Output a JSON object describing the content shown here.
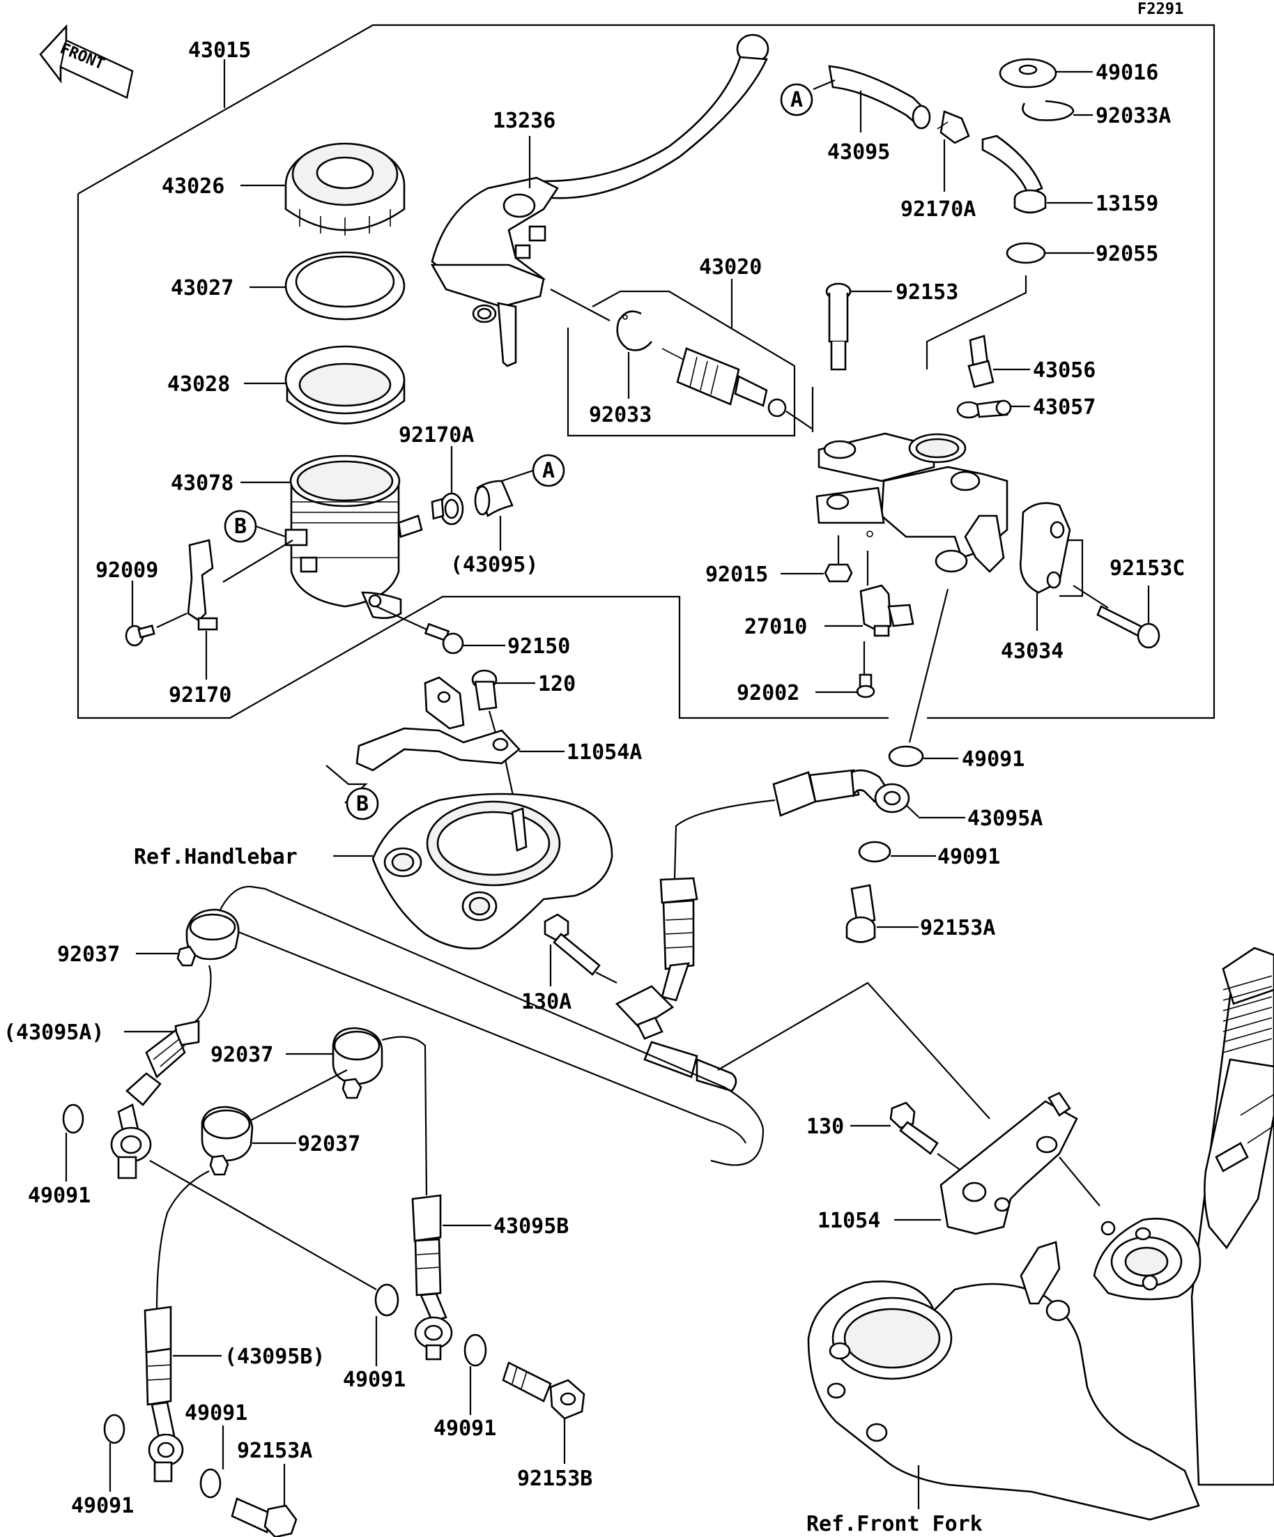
{
  "figure_code": "F2291",
  "front_label": "FRONT",
  "callouts": {
    "A": "A",
    "B": "B"
  },
  "labels": {
    "l43015": "43015",
    "l13236": "13236",
    "l43095": "43095",
    "l49016": "49016",
    "l92033A": "92033A",
    "l13159": "13159",
    "l92170A_top": "92170A",
    "l92055": "92055",
    "l43026": "43026",
    "l43020": "43020",
    "l92153": "92153",
    "l43027": "43027",
    "l43056": "43056",
    "l43057": "43057",
    "l43028": "43028",
    "l92033": "92033",
    "l92170A_mid": "92170A",
    "l43078": "43078",
    "l43095_paren": "(43095)",
    "l92009": "92009",
    "l92015": "92015",
    "l92153C": "92153C",
    "l27010": "27010",
    "l43034": "43034",
    "l92150": "92150",
    "l92170": "92170",
    "l120": "120",
    "l92002": "92002",
    "l11054A": "11054A",
    "l49091_a": "49091",
    "l43095A": "43095A",
    "l49091_b": "49091",
    "l92153A_a": "92153A",
    "l_handlebar": "Ref.Handlebar",
    "l92037_a": "92037",
    "l130A": "130A",
    "l43095A_paren": "(43095A)",
    "l92037_b": "92037",
    "l92037_c": "92037",
    "l130": "130",
    "l49091_c": "49091",
    "l43095B": "43095B",
    "l11054": "11054",
    "l43095B_paren": "(43095B)",
    "l49091_d": "49091",
    "l49091_e": "49091",
    "l49091_f": "49091",
    "l92153A_b": "92153A",
    "l92153B": "92153B",
    "l49091_g": "49091",
    "l_frontfork": "Ref.Front Fork"
  }
}
